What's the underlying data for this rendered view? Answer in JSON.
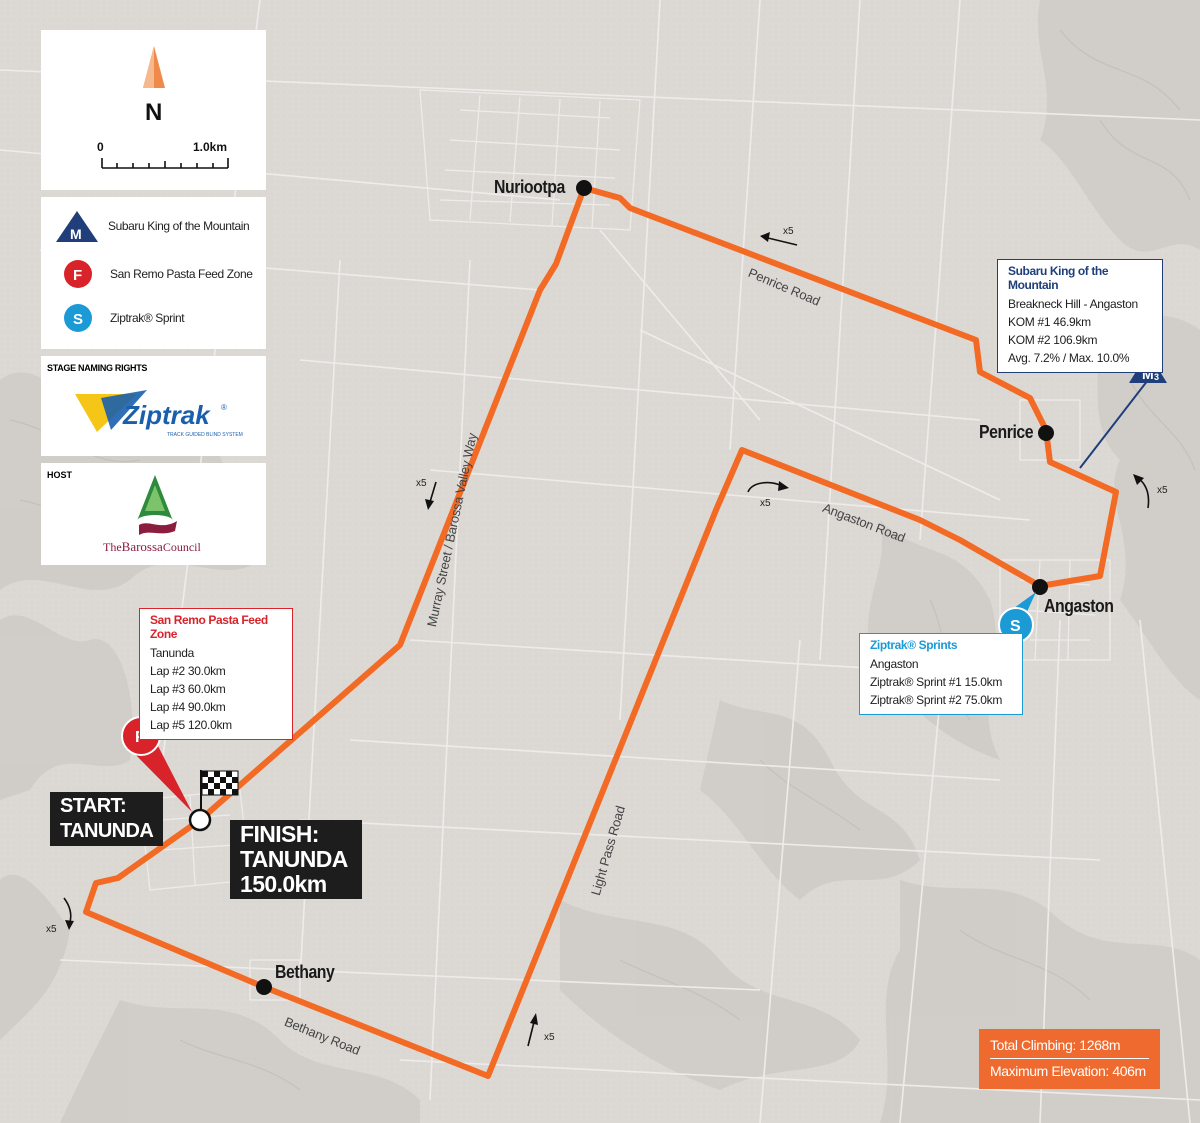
{
  "colors": {
    "route": "#f26a24",
    "background": "#dcd9d5",
    "koms": "#203f7a",
    "feed": "#d9232a",
    "sprint": "#1c9ad6",
    "badge": "#ee6a2e"
  },
  "compass": {
    "letter": "N",
    "scale_start": "0",
    "scale_end": "1.0km"
  },
  "legend": {
    "items": [
      {
        "key": "kom",
        "icon": "mountain-triangle-icon",
        "symbol": "M",
        "label": "Subaru King of the Mountain"
      },
      {
        "key": "feed",
        "icon": "feed-zone-icon",
        "symbol": "F",
        "label": "San Remo Pasta Feed Zone"
      },
      {
        "key": "sprint",
        "icon": "sprint-icon",
        "symbol": "S",
        "label": "Ziptrak® Sprint"
      }
    ]
  },
  "sponsors": {
    "naming_heading": "STAGE NAMING RIGHTS",
    "naming_logo": "Ziptrak",
    "naming_logo_mark": "®",
    "naming_logo_sub": "TRACK GUIDED BLIND SYSTEM",
    "host_heading": "HOST",
    "host_logo_prefix": "The",
    "host_logo_main": "Barossa",
    "host_logo_suffix": "Council"
  },
  "towns": {
    "nuriootpa": "Nuriootpa",
    "penrice": "Penrice",
    "angaston": "Angaston",
    "bethany": "Bethany"
  },
  "roads": {
    "penrice_road": "Penrice Road",
    "murray_street": "Murray Street / Barossa Valley Way",
    "angaston_road": "Angaston Road",
    "light_pass_road": "Light Pass Road",
    "bethany_road": "Bethany Road"
  },
  "lap_marker": "x5",
  "kom_callout": {
    "title": "Subaru King of the Mountain",
    "lines": [
      "Breakneck Hill - Angaston",
      "KOM #1  46.9km",
      "KOM #2  106.9km",
      "Avg. 7.2% / Max. 10.0%"
    ],
    "marker": "M",
    "marker_sub": "3"
  },
  "feed_callout": {
    "title": "San Remo Pasta Feed Zone",
    "lines": [
      "Tanunda",
      "Lap #2  30.0km",
      "Lap #3  60.0km",
      "Lap #4  90.0km",
      "Lap #5  120.0km"
    ],
    "marker": "F"
  },
  "sprint_callout": {
    "title": "Ziptrak® Sprints",
    "lines": [
      "Angaston",
      "Ziptrak® Sprint #1  15.0km",
      "Ziptrak® Sprint #2  75.0km"
    ],
    "marker": "S"
  },
  "start": {
    "line1": "START:",
    "line2": "TANUNDA"
  },
  "finish": {
    "line1": "FINISH:",
    "line2": "TANUNDA",
    "line3": "150.0km"
  },
  "stats": {
    "climbing": "Total Climbing: 1268m",
    "elevation": "Maximum Elevation: 406m"
  }
}
